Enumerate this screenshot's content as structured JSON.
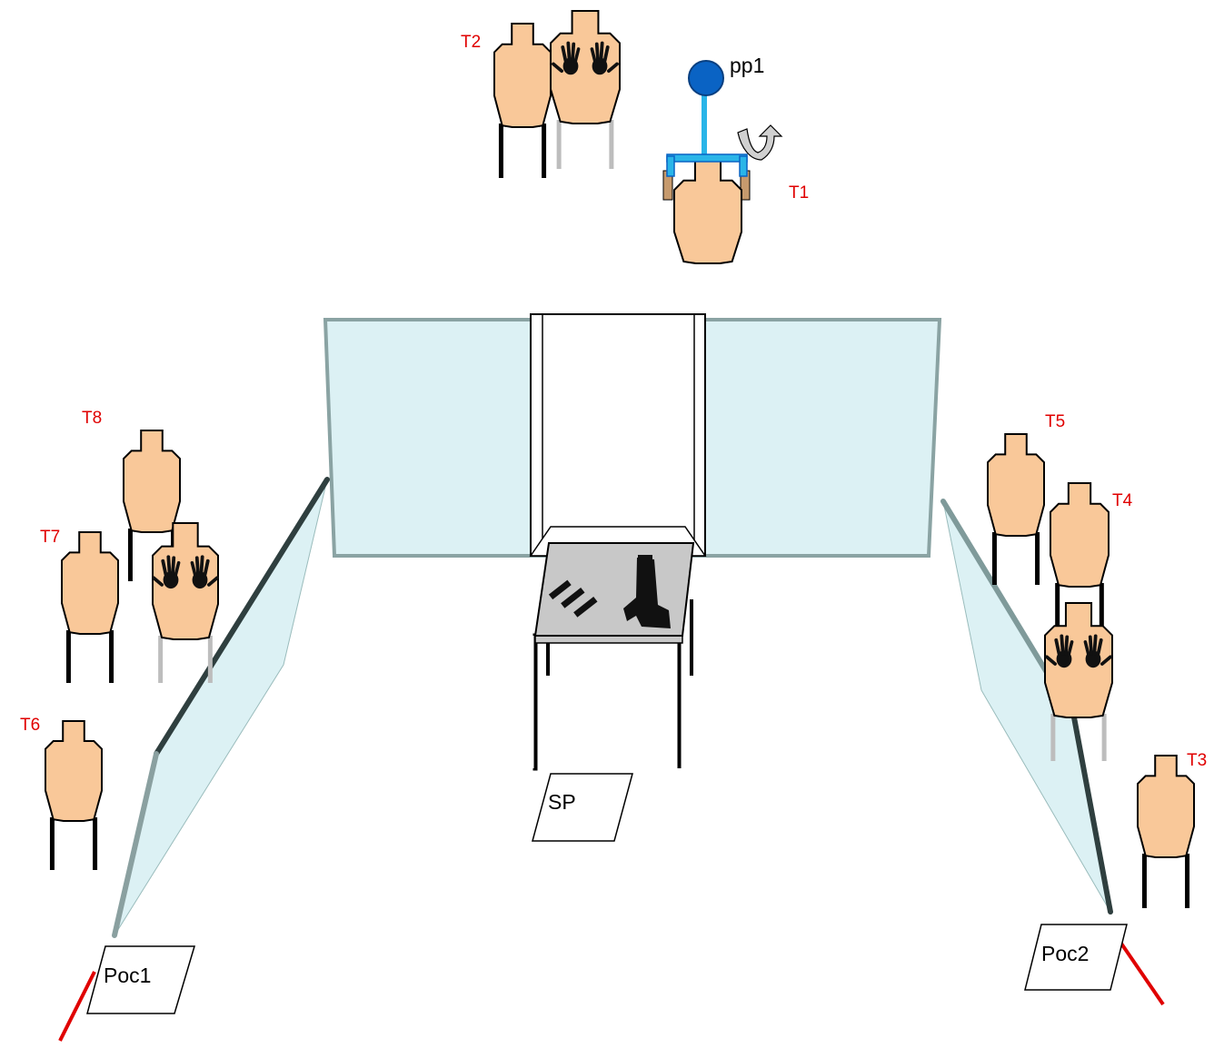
{
  "colors": {
    "target_fill": "#f9c899",
    "glass_fill": "#dcf1f4",
    "glass_stroke": "#8aa3a3",
    "table_top": "#c8c8c8",
    "popper_blue": "#0a63c4",
    "arm_blue": "#2ab5e8",
    "target_label": "#e00000",
    "fault_line": "#e00000"
  },
  "targets": [
    {
      "id": "t1",
      "label": "T1",
      "type": "paper",
      "mechanism": "popper-activated swinger"
    },
    {
      "id": "t2",
      "label": "T2",
      "type": "paper",
      "overlap": "no-shoot"
    },
    {
      "id": "t3",
      "label": "T3",
      "type": "paper"
    },
    {
      "id": "t4",
      "label": "T4",
      "type": "paper",
      "overlap": "no-shoot"
    },
    {
      "id": "t5",
      "label": "T5",
      "type": "paper"
    },
    {
      "id": "t6",
      "label": "T6",
      "type": "paper"
    },
    {
      "id": "t7",
      "label": "T7",
      "type": "paper"
    },
    {
      "id": "t8",
      "label": "T8",
      "type": "paper"
    }
  ],
  "popper": {
    "label": "pp1"
  },
  "positions": {
    "start": {
      "label": "SP"
    },
    "poc1": {
      "label": "Poc1"
    },
    "poc2": {
      "label": "Poc2"
    }
  },
  "props": {
    "table_items": [
      "pistol",
      "magazines"
    ],
    "walls": [
      "back-wall",
      "doorway",
      "left-wall",
      "right-wall"
    ],
    "no_shoot_icon": "hands-icon"
  }
}
